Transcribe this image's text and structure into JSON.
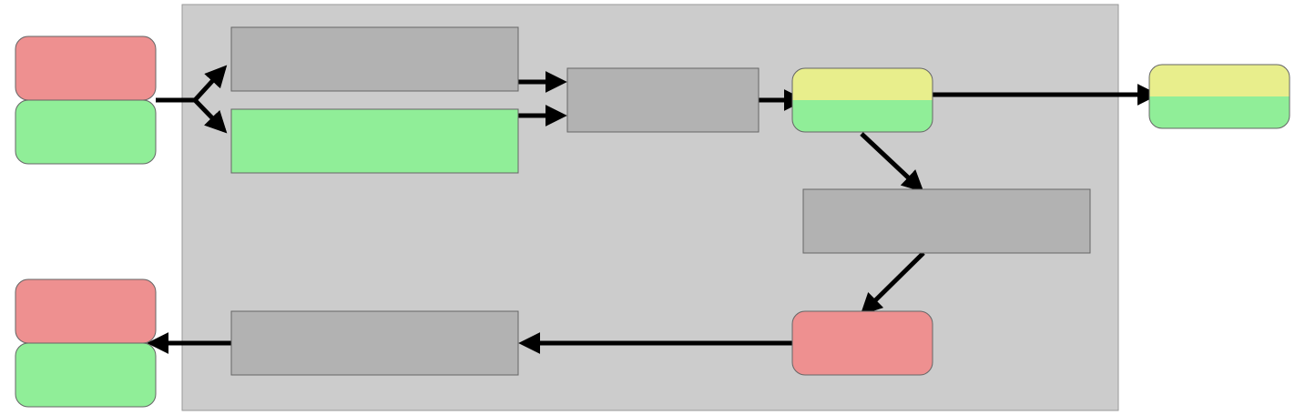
{
  "colors": {
    "background": "#ffffff",
    "container_fill": "#cccccc",
    "container_stroke": "#999999",
    "box_gray": "#b2b2b2",
    "box_green": "#90ee98",
    "box_red": "#ee9090",
    "box_yellow": "#e8ee8c",
    "stroke": "#666666",
    "arrow": "#000000"
  },
  "nodes": [
    {
      "id": "input-red-left",
      "shape": "rounded",
      "fill": "box_red"
    },
    {
      "id": "input-green-left",
      "shape": "rounded",
      "fill": "box_green"
    },
    {
      "id": "gray-box-top-left",
      "shape": "rect",
      "fill": "box_gray"
    },
    {
      "id": "green-box-left",
      "shape": "rect",
      "fill": "box_green"
    },
    {
      "id": "gray-box-middle",
      "shape": "rect",
      "fill": "box_gray"
    },
    {
      "id": "yellow-green-node-center",
      "shape": "rounded-split",
      "fill_top": "box_yellow",
      "fill_bottom": "box_green"
    },
    {
      "id": "yellow-green-node-right",
      "shape": "rounded-split",
      "fill_top": "box_yellow",
      "fill_bottom": "box_green"
    },
    {
      "id": "gray-box-right",
      "shape": "rect",
      "fill": "box_gray"
    },
    {
      "id": "red-node-bottom",
      "shape": "rounded",
      "fill": "box_red"
    },
    {
      "id": "gray-box-bottom-left",
      "shape": "rect",
      "fill": "box_gray"
    },
    {
      "id": "output-red-left",
      "shape": "rounded",
      "fill": "box_red"
    },
    {
      "id": "output-green-left",
      "shape": "rounded",
      "fill": "box_green"
    }
  ],
  "edges": [
    {
      "from": "input-left",
      "to": "gray-box-top-left"
    },
    {
      "from": "input-left",
      "to": "green-box-left"
    },
    {
      "from": "gray-box-top-left",
      "to": "gray-box-middle"
    },
    {
      "from": "green-box-left",
      "to": "gray-box-middle"
    },
    {
      "from": "gray-box-middle",
      "to": "yellow-green-node-center"
    },
    {
      "from": "yellow-green-node-center",
      "to": "yellow-green-node-right"
    },
    {
      "from": "yellow-green-node-center",
      "to": "gray-box-right"
    },
    {
      "from": "gray-box-right",
      "to": "red-node-bottom"
    },
    {
      "from": "red-node-bottom",
      "to": "gray-box-bottom-left"
    },
    {
      "from": "gray-box-bottom-left",
      "to": "output-left"
    }
  ]
}
